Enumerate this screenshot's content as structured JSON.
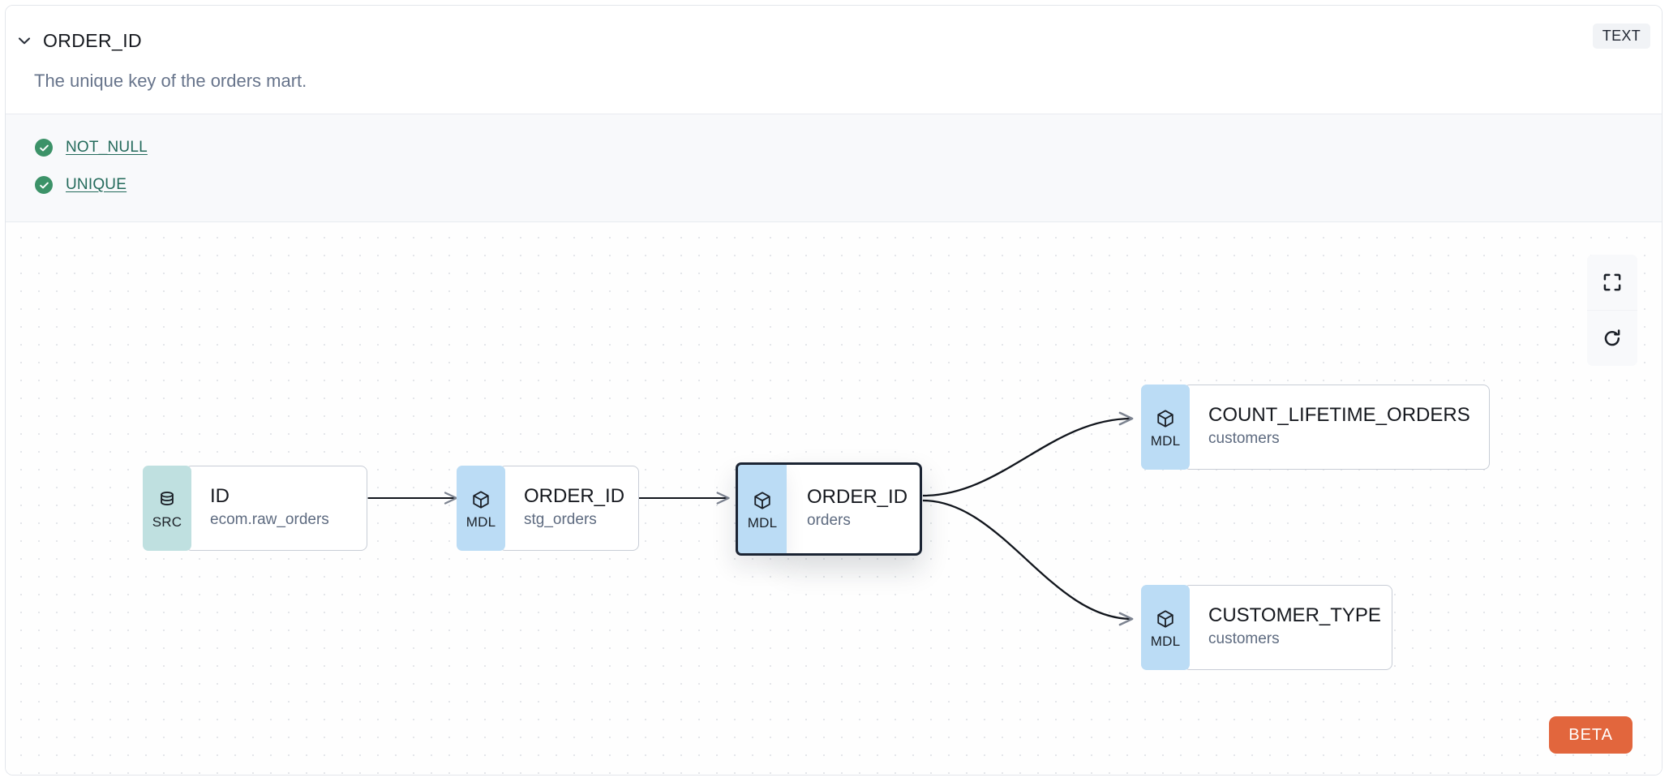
{
  "header": {
    "chevron_icon": "chevron-down-icon",
    "column_name": "ORDER_ID",
    "type_badge": "TEXT",
    "description": "The unique key of the orders mart."
  },
  "tests": [
    {
      "icon": "check-circle-icon",
      "label": "NOT_NULL"
    },
    {
      "icon": "check-circle-icon",
      "label": "UNIQUE"
    }
  ],
  "lineage": {
    "nodes": [
      {
        "id": "src-id",
        "badge": "SRC",
        "badge_icon": "database-icon",
        "name": "ID",
        "sub": "ecom.raw_orders",
        "selected": false
      },
      {
        "id": "mdl-stg",
        "badge": "MDL",
        "badge_icon": "cube-icon",
        "name": "ORDER_ID",
        "sub": "stg_orders",
        "selected": false
      },
      {
        "id": "mdl-orders",
        "badge": "MDL",
        "badge_icon": "cube-icon",
        "name": "ORDER_ID",
        "sub": "orders",
        "selected": true
      },
      {
        "id": "mdl-count",
        "badge": "MDL",
        "badge_icon": "cube-icon",
        "name": "COUNT_LIFETIME_ORDERS",
        "sub": "customers",
        "selected": false
      },
      {
        "id": "mdl-custtype",
        "badge": "MDL",
        "badge_icon": "cube-icon",
        "name": "CUSTOMER_TYPE",
        "sub": "customers",
        "selected": false
      }
    ],
    "controls": [
      {
        "id": "fit-view",
        "icon": "fit-view-icon"
      },
      {
        "id": "refresh",
        "icon": "refresh-icon"
      }
    ],
    "beta_label": "BETA"
  },
  "colors": {
    "badge_src": "#BFE0E0",
    "badge_mdl": "#BBDCF5",
    "test_pass": "#3C9268",
    "link": "#236A5B",
    "beta": "#E2663D",
    "selected_border": "#1B2433"
  }
}
